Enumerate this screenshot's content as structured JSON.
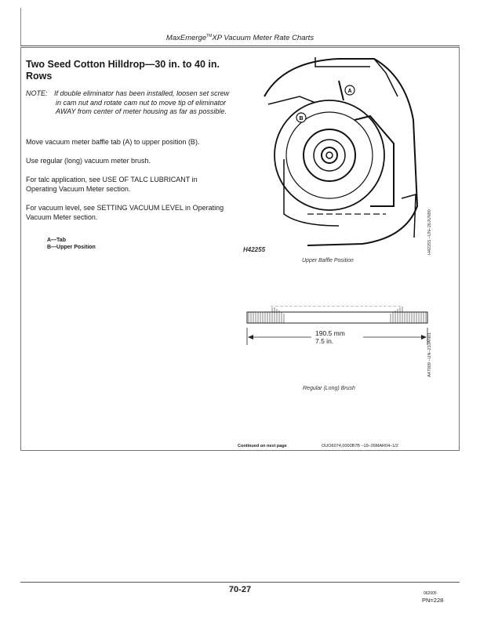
{
  "header": {
    "title_pre": "MaxEmerge",
    "title_tm": "TM",
    "title_post": "XP Vacuum Meter Rate Charts"
  },
  "section": {
    "title": "Two Seed Cotton Hilldrop—30 in. to 40 in. Rows"
  },
  "note": {
    "label": "NOTE:",
    "text": "If double eliminator has been installed, loosen set screw in cam nut and rotate cam nut to move tip of eliminator AWAY from center of meter housing as far as possible."
  },
  "paragraphs": [
    "Move vacuum meter baffle tab (A) to upper position (B).",
    "Use regular (long) vacuum meter brush.",
    "For talc application, see USE OF TALC LUBRICANT in Operating Vacuum Meter section.",
    "For vacuum level, see SETTING VACUUM LEVEL in Operating Vacuum Meter section."
  ],
  "legend": [
    "A—Tab",
    "B—Upper Position"
  ],
  "figure1": {
    "id": "H42255",
    "side_code": "H42255  –UN–26JUN90",
    "caption": "Upper Baffle Position",
    "callout_a": "A",
    "callout_b": "B"
  },
  "figure2": {
    "dim_mm": "190.5 mm",
    "dim_in": "7.5 in.",
    "side_code": "A47009  –UN–23JAN01",
    "caption": "Regular (Long) Brush"
  },
  "footer_box": {
    "continued": "Continued on next page",
    "ref": "OUO6074,0000B7B   –19–26MAR04–1/2"
  },
  "footer": {
    "page": "70-27",
    "date_code": "062005",
    "pn": "PN=228"
  }
}
